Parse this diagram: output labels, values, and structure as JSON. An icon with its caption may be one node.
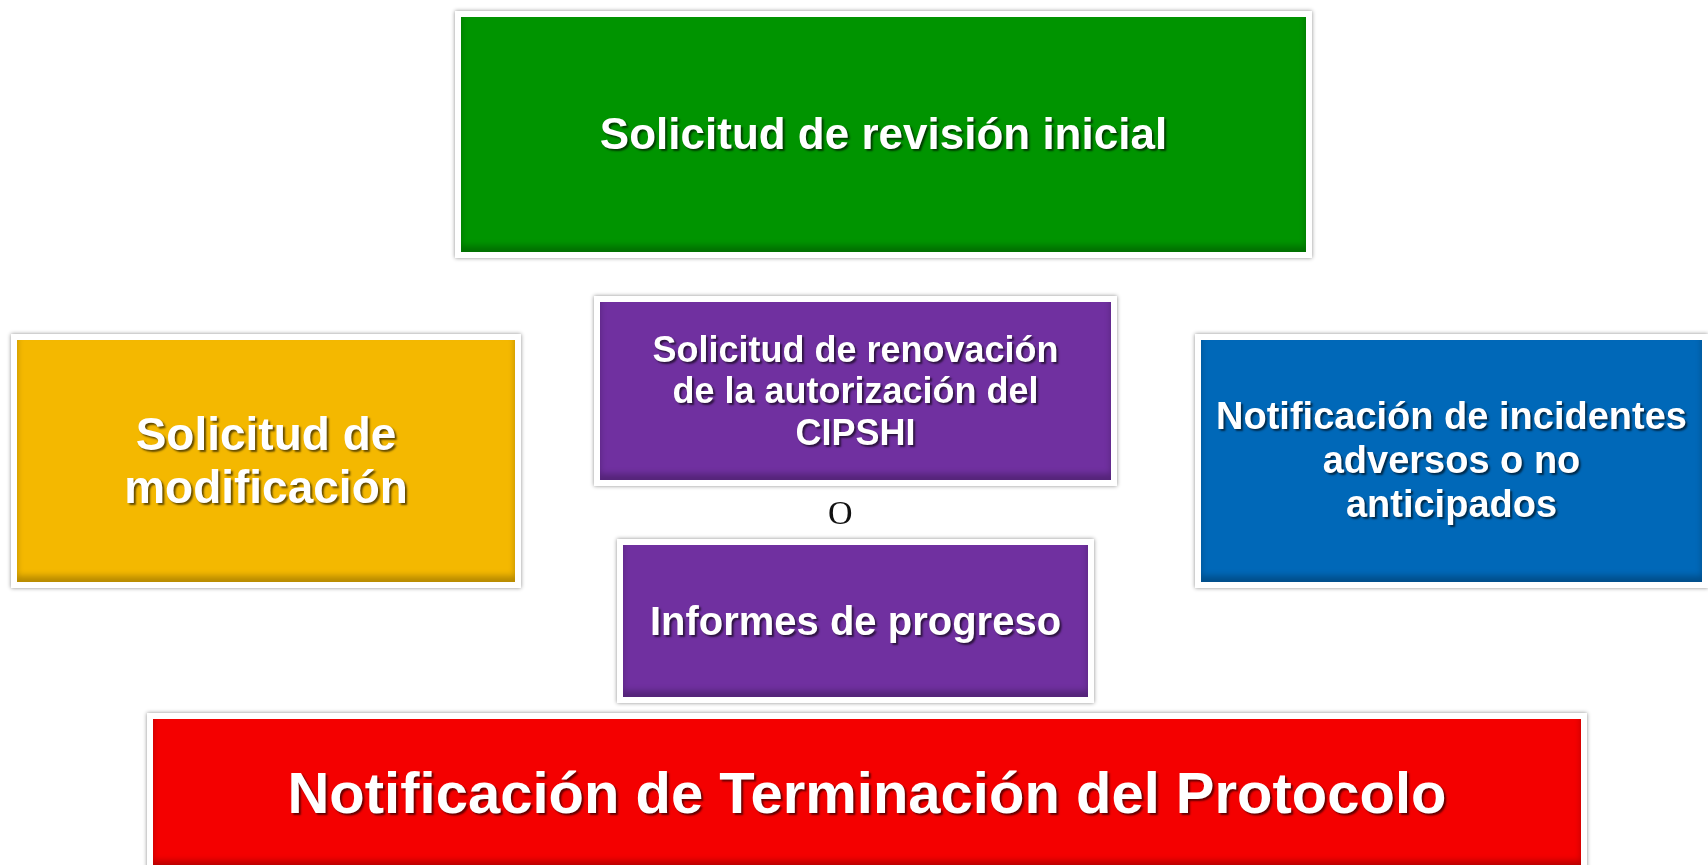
{
  "diagram": {
    "nodes": [
      {
        "text": [
          "Solicitud de revisión inicial"
        ]
      },
      {
        "text": [
          "Solicitud de modificación"
        ]
      },
      {
        "text": [
          "Solicitud de renovación de la autorización del CIPSHI"
        ]
      },
      {
        "text": [
          "Notificación de incidentes adversos o no anticipados"
        ]
      },
      {
        "text": [
          "Informes de progreso"
        ]
      },
      {
        "text": [
          "Notificación de Terminación del Protocolo"
        ]
      }
    ],
    "edges": [],
    "labels": [
      "O"
    ]
  }
}
